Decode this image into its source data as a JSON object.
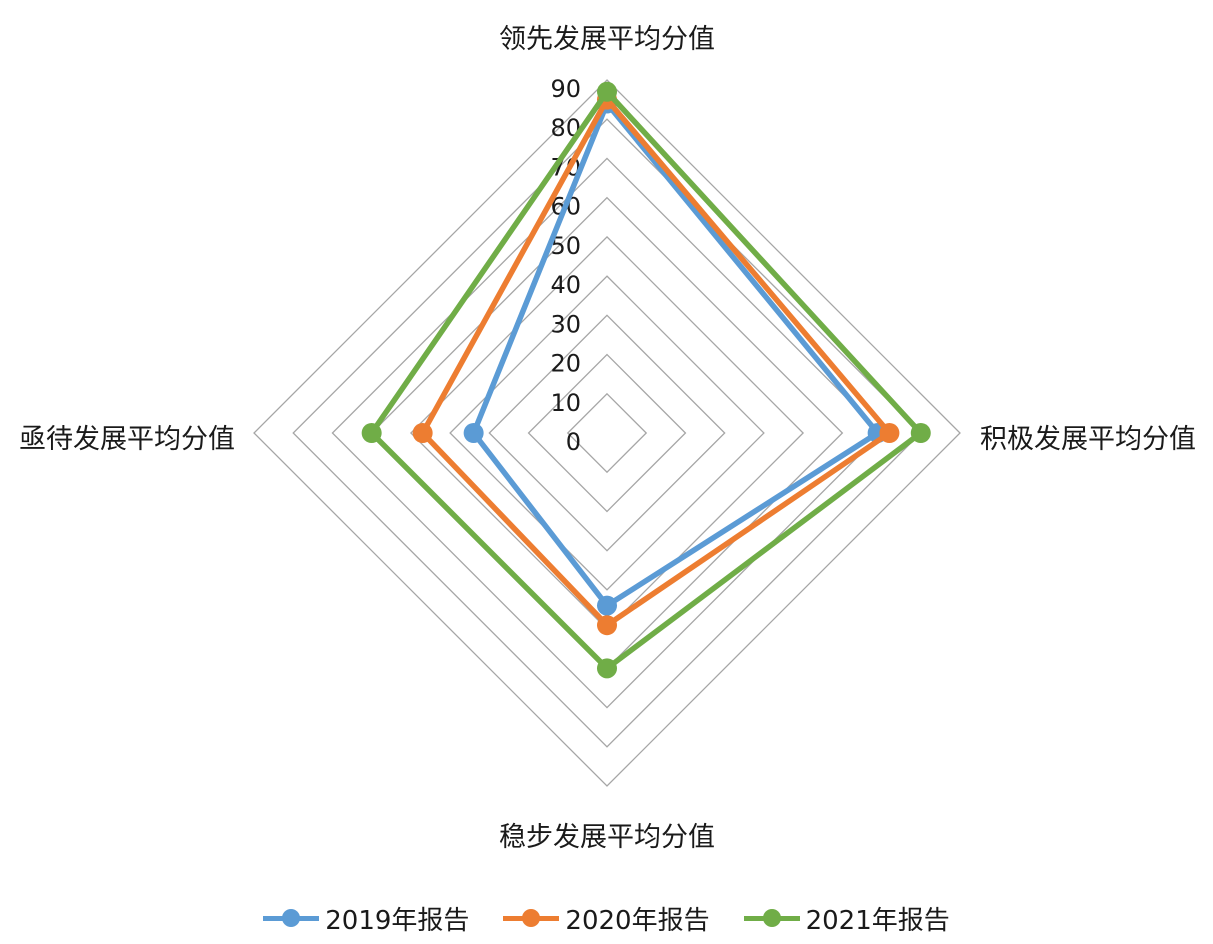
{
  "chart_data": {
    "type": "radar",
    "axes": [
      "领先发展平均分值",
      "积极发展平均分值",
      "稳步发展平均分值",
      "亟待发展平均分值"
    ],
    "ticks": [
      "0",
      "10",
      "20",
      "30",
      "40",
      "50",
      "60",
      "70",
      "80",
      "90"
    ],
    "rmax": 90,
    "series": [
      {
        "name": "2019年报告",
        "color": "#5b9bd5",
        "values": [
          84,
          69,
          44,
          34
        ]
      },
      {
        "name": "2020年报告",
        "color": "#ed7d31",
        "values": [
          85,
          72,
          49,
          47
        ]
      },
      {
        "name": "2021年报告",
        "color": "#70ad47",
        "values": [
          87,
          80,
          60,
          60
        ]
      }
    ],
    "grid": true,
    "legend_position": "bottom"
  }
}
